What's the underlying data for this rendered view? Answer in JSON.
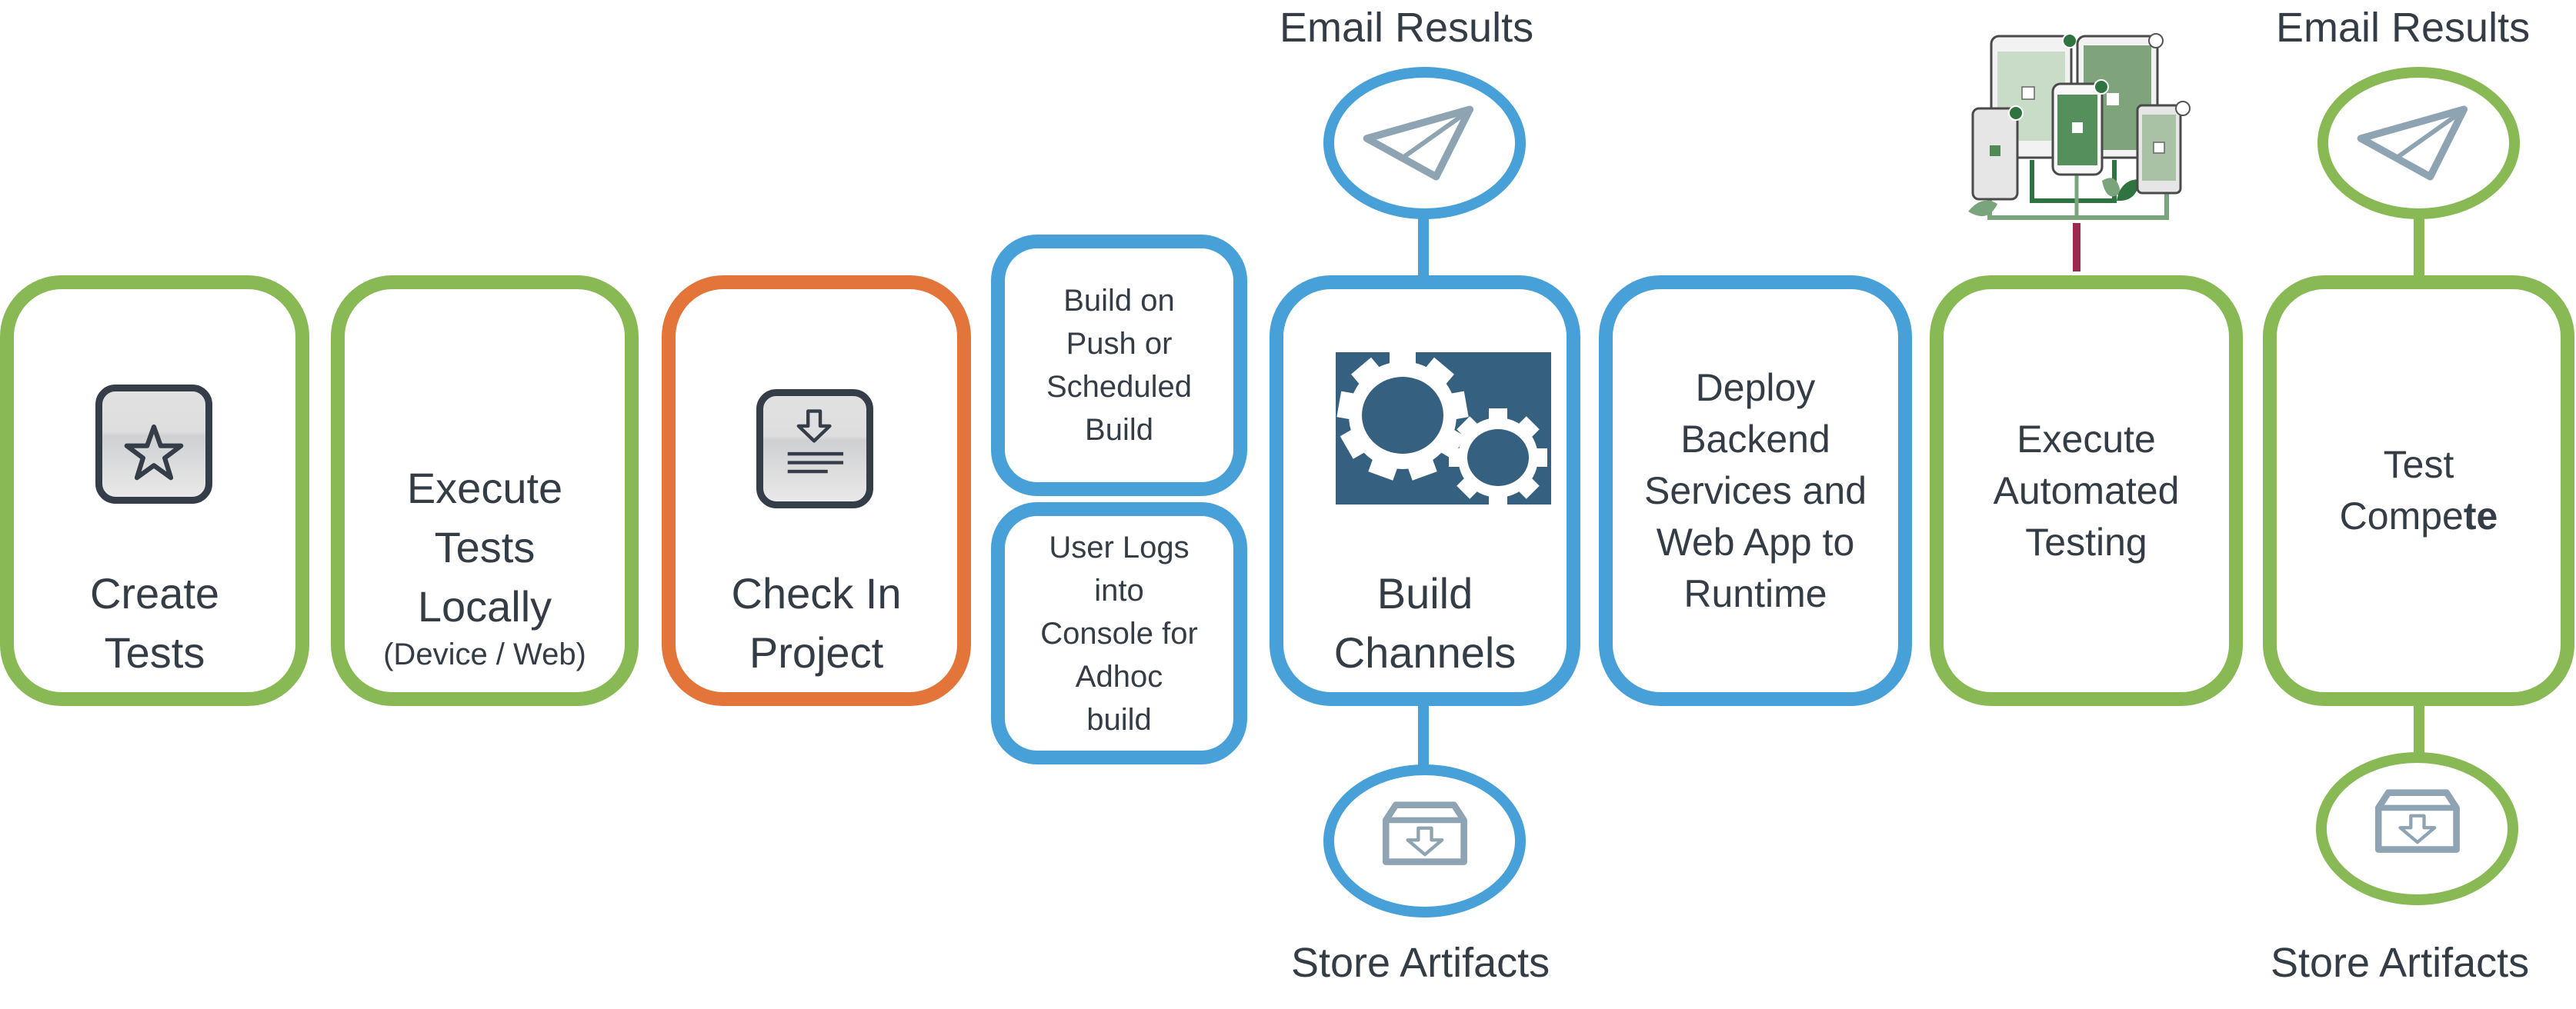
{
  "colors": {
    "green": "#88b955",
    "orange": "#e3743a",
    "blue": "#47a0d8",
    "text": "#343d46",
    "icon_gray": "#8fa4b3",
    "gear_panel": "#35607f",
    "maroon": "#9b2a50"
  },
  "steps": {
    "create_tests": {
      "lines": [
        "Create",
        "Tests"
      ],
      "icon": "star-icon"
    },
    "execute_locally": {
      "lines": [
        "Execute",
        "Tests",
        "Locally"
      ],
      "sub": "(Device / Web)"
    },
    "check_in": {
      "lines": [
        "Check In",
        "Project"
      ],
      "icon": "download-document-icon"
    },
    "build_push": {
      "lines": [
        "Build on",
        "Push or",
        "Scheduled",
        "Build"
      ]
    },
    "user_logs": {
      "lines": [
        "User Logs",
        "into",
        "Console for",
        "Adhoc",
        "build"
      ]
    },
    "build_channels": {
      "lines": [
        "Build",
        "Channels"
      ],
      "icon": "gears-icon"
    },
    "deploy": {
      "lines": [
        "Deploy",
        "Backend",
        "Services and",
        "Web App to",
        "Runtime"
      ]
    },
    "execute_automated": {
      "lines": [
        "Execute",
        "Automated",
        "Testing"
      ],
      "illustration": "devices-illustration"
    },
    "test_compete": {
      "line1": "Test",
      "line2_regular": "Compe",
      "line2_bold": "te"
    }
  },
  "branches": {
    "build_email": {
      "label": "Email Results",
      "icon": "paper-plane-icon"
    },
    "build_store": {
      "label": "Store Artifacts",
      "icon": "archive-download-icon"
    },
    "test_email": {
      "label": "Email Results",
      "icon": "paper-plane-icon"
    },
    "test_store": {
      "label": "Store Artifacts",
      "icon": "archive-download-icon"
    }
  }
}
